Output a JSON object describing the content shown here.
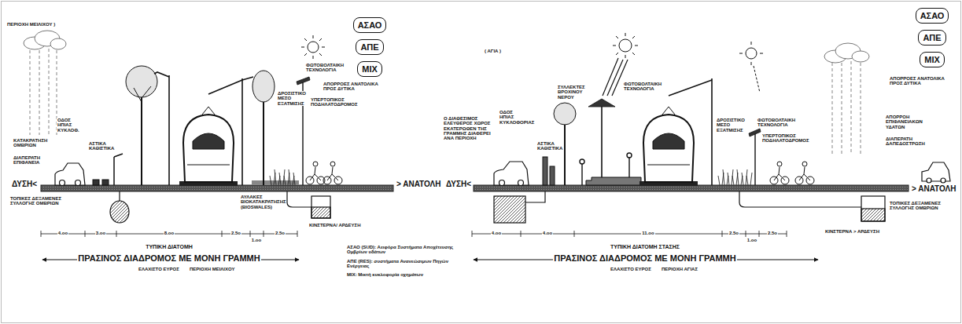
{
  "diagram": {
    "nodes": [
      {
        "text": [
          "ΑΣΑΟ"
        ]
      },
      {
        "text": [
          "ΑΠΕ"
        ]
      },
      {
        "text": [
          "ΜΙΧ"
        ]
      },
      {
        "text": [
          "ΑΣΑΟ"
        ]
      },
      {
        "text": [
          "ΑΠΕ"
        ]
      },
      {
        "text": [
          "ΜΙΧ"
        ]
      }
    ],
    "labels": [
      "ΠΕΡΙΟΧΗ ΜΕΙΛΙΧΟΥ )",
      "ΚΑΤΑΚΡΑΤΗΣΗ ΟΜΒΡΙΩΝ",
      "ΔΙΑΠΕΡΑΤΗ ΕΠΙΦΑΝΕΙΑ",
      "ΟΔΟΣ ΗΠΙΑΣ ΚΥΚΛΟΦ.",
      "ΑΣΤΙΚΑ ΚΑΘΙΣΤΙΚΑ",
      "ΦΩΤΟΒΟΛΤΑΙΚΗ ΤΕΧΝΟΛΟΓΙΑ",
      "ΔΡΟΣΙΣΤΙΚΟ ΜΕΣΟ ΕΞΑΤΜΙΣΗΣ",
      "ΥΠΕΡΤΟΠΙΚΟΣ ΠΟΔΗΛΑΤΟΔΡΟΜΟΣ",
      "ΑΠΟΡΡΟΕΣ ΑΝΑΤΟΛΙΚΑ ΠΡΟΣ ΔΥΤΙΚΑ",
      "ΔΥΣΗ<",
      "> ΑΝΑΤΟΛΗ",
      "ΤΟΠΙΚΕΣ ΔΕΞΑΜΕΝΕΣ ΣΥΛΛΟΓΗΣ ΟΜΒΡΙΩΝ",
      "ΑΥΛΑΚΕΣ ΒΙΟΚΑΤΑΚΡΑΤΗΣΗΣ (BIOSWALES)",
      "ΚΙΝΣΤΕΡΝΑ/ ΑΡΔΕΥΣΗ",
      "4.oo",
      "3.oo",
      "8.oo",
      "2.5o",
      "1.oo",
      "2.5o",
      "ΤΥΠΙΚΗ ΔΙΑΤΟΜΗ",
      "ΠΡΑΣΙΝΟΣ ΔΙΑΔΡΟΜΟΣ ΜΕ ΜΟΝΗ ΓΡΑΜΜΗ",
      "ΕΛΑΧΙΣΤΟ ΕΥΡΟΣ",
      "ΠΕΡΙΟΧΗ ΜΕΙΛΙΧΟΥ",
      "ΑΣΑΟ (SUD): Αειφόρα Συστήματα Αποχέτευσης Ομβρίων υδάτων",
      "ΑΠΕ (RES): συστήματα Ανανεώσιμων Πηγών Ενέργειας",
      "ΜΙΧ: Μικτή κυκλοφορία οχημάτων",
      "( ΑΓΙΑ )",
      "ΣΥΛΛΕΚΤΕΣ ΒΡΟΧΙΝΟΥ ΝΕΡΟΥ",
      "ΦΩΤΟΒΟΛΤΑΙΚΗ ΤΕΧΝΟΛΟΓΙΑ",
      "Ο ΔΙΑΘΕΣΙΜΟΣ ΕΛΕΥΘΕΡΟΣ ΧΩΡΟΣ ΕΚΑΤΕΡΩΘΕΝ ΤΗΣ ΓΡΑΜΜΗΣ ΔΙΑΦΕΡΕΙ ΑΝΑ ΠΕΡΙΟΧΗ",
      "ΟΔΟΣ ΗΠΙΑΣ ΚΥΚΛΟΦΟΡΙΑΣ",
      "ΑΣΤΙΚΑ ΚΑΘΙΣΤΙΚΑ",
      "ΦΩΤΟΒΟΛΤΑΙΚΗ ΤΕΧΝΟΛΟΓΙΑ",
      "ΔΡΟΣΙΣΤΙΚΟ ΜΕΣΟ ΕΞΑΤΜΙΣΗΣ",
      "ΥΠΕΡΤΟΠΙΚΟΣ ΠΟΔΗΛΑΤΟΔΡΟΜΟΣ",
      "ΑΠΟΡΡΟΕΣ ΑΝΑΤΟΛΙΚΑ ΠΡΟΣ ΔΥΤΙΚΑ",
      "ΑΠΟΡΡΟΗ ΕΠΙΦΑΝΕΙΑΚΩΝ ΥΔΑΤΩΝ",
      "ΔΙΑΠΕΡΑΤΗ ΔΑΠΕΔΟΣΤΡΩΣΗ",
      "ΔΥΣΗ<",
      "> ΑΝΑΤΟΛΗ",
      "ΤΟΠΙΚΕΣ ΔΕΞΑΜΕΝΕΣ ΣΥΛΛΟΓΗΣ ΟΜΒΡΙΩΝ",
      "ΚΙΝΣΤΕΡΝΑ > ΑΡΔΕΥΣΗ",
      "4.oo",
      "4.oo",
      "11.oo",
      "2.5o",
      "1.oo",
      "2.5o",
      "ΤΥΠΙΚΗ ΔΙΑΤΟΜΗ ΣΤΑΣΗΣ",
      "ΠΡΑΣΙΝΟΣ ΔΙΑΔΡΟΜΟΣ ΜΕ ΜΟΝΗ ΓΡΑΜΜΗ",
      "ΕΛΑΧΙΣΤΟ ΕΥΡΟΣ",
      "ΠΕΡΙΟΧΗ ΑΓΙΑΣ"
    ]
  }
}
